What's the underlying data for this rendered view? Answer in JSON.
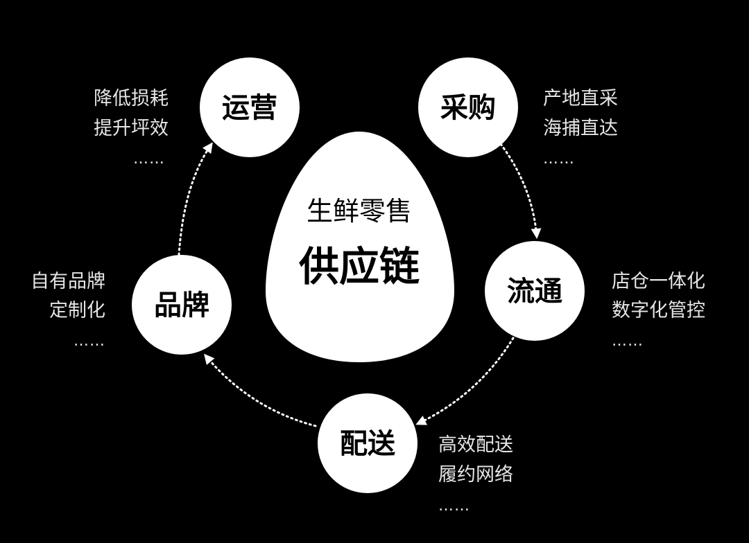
{
  "center": {
    "subtitle": "生鲜零售",
    "title": "供应链"
  },
  "nodes": [
    {
      "label": "运营",
      "notes": [
        "降低损耗",
        "提升坪效",
        "……"
      ]
    },
    {
      "label": "采购",
      "notes": [
        "产地直采",
        "海捕直达",
        "……"
      ]
    },
    {
      "label": "流通",
      "notes": [
        "店仓一体化",
        "数字化管控",
        "……"
      ]
    },
    {
      "label": "配送",
      "notes": [
        "高效配送",
        "履约网络",
        "……"
      ]
    },
    {
      "label": "品牌",
      "notes": [
        "自有品牌",
        "定制化",
        "……"
      ]
    }
  ],
  "colors": {
    "background": "#000000",
    "shape": "#ffffff",
    "text": "#e6e6e6"
  }
}
